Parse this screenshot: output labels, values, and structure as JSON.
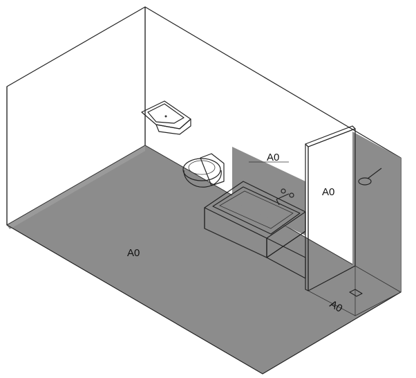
{
  "labels": {
    "floor": "A0",
    "bath_wall": "A0",
    "partition_face": "A0",
    "shower_floor": "A0"
  },
  "colors": {
    "zone_fill": "#8c8c8c",
    "line": "#222222",
    "background": "#ffffff"
  },
  "fixtures": [
    "washbasin",
    "wall-hung-toilet",
    "bathtub",
    "bath-mixer-tap",
    "partition-wall",
    "shower-head",
    "floor-drain"
  ]
}
